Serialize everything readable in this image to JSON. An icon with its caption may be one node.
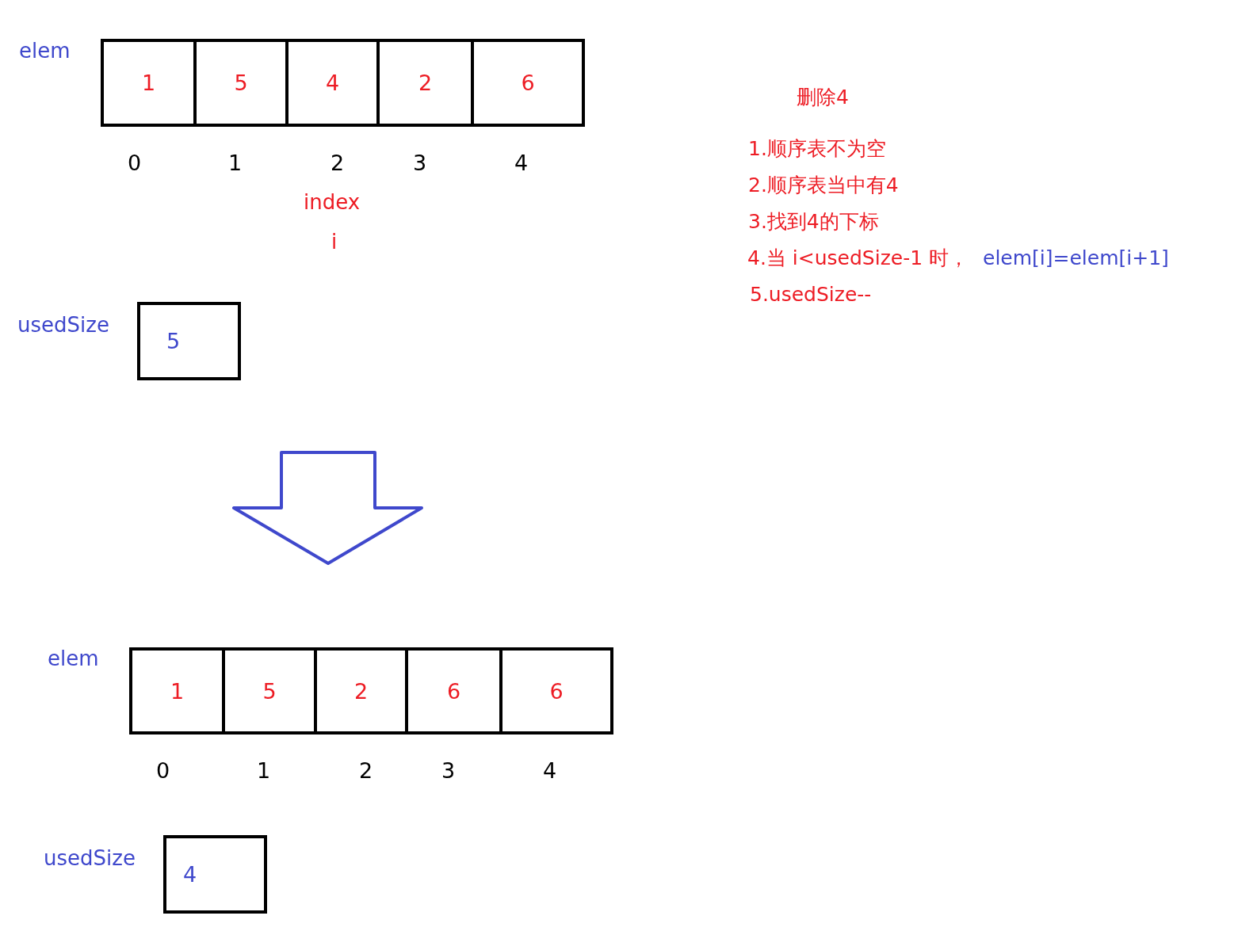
{
  "diagram": {
    "nodes": [
      {
        "text": [
          "1"
        ]
      },
      {
        "text": [
          "5"
        ]
      },
      {
        "text": [
          "4"
        ]
      },
      {
        "text": [
          "2"
        ]
      },
      {
        "text": [
          "6"
        ]
      },
      {
        "text": [
          "5"
        ]
      },
      {
        "text": [
          "1"
        ]
      },
      {
        "text": [
          "5"
        ]
      },
      {
        "text": [
          "2"
        ]
      },
      {
        "text": [
          "6"
        ]
      },
      {
        "text": [
          "6"
        ]
      },
      {
        "text": [
          "4"
        ]
      }
    ],
    "labels": [
      "elem",
      "0",
      "1",
      "2",
      "3",
      "4",
      "index",
      "i",
      "usedSize",
      "删除4",
      "1.顺序表不为空",
      "2.顺序表当中有4",
      "3.找到4的下标",
      "4.当 i<usedSize-1 时，",
      "elem[i]=elem[i+1]",
      "5.usedSize--",
      "elem",
      "0",
      "1",
      "2",
      "3",
      "4",
      "usedSize"
    ]
  }
}
